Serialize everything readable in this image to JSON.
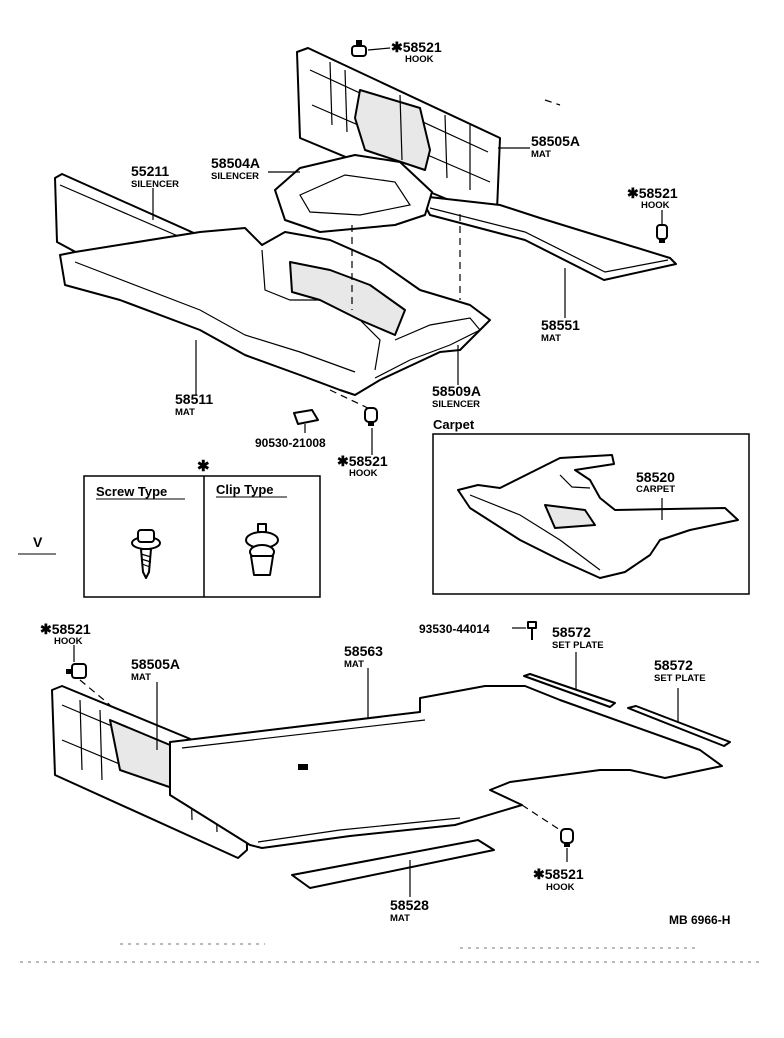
{
  "diagram_id": "MB 6966-H",
  "section_marker": "V",
  "callouts": {
    "hook_top": {
      "number": "✱58521",
      "name": "HOOK"
    },
    "mat_rear_upper": {
      "number": "58505A",
      "name": "MAT"
    },
    "hook_right": {
      "number": "✱58521",
      "name": "HOOK"
    },
    "silencer_55211": {
      "number": "55211",
      "name": "SILENCER"
    },
    "silencer_58504": {
      "number": "58504A",
      "name": "SILENCER"
    },
    "mat_58551": {
      "number": "58551",
      "name": "MAT"
    },
    "mat_58511": {
      "number": "58511",
      "name": "MAT"
    },
    "silencer_58509": {
      "number": "58509A",
      "name": "SILENCER"
    },
    "part_90530": {
      "number": "90530-21008",
      "name": ""
    },
    "hook_mid": {
      "number": "✱58521",
      "name": "HOOK"
    },
    "carpet_58520": {
      "number": "58520",
      "name": "CARPET"
    },
    "hook_lower_left": {
      "number": "✱58521",
      "name": "HOOK"
    },
    "mat_rear_lower": {
      "number": "58505A",
      "name": "MAT"
    },
    "mat_58563": {
      "number": "58563",
      "name": "MAT"
    },
    "part_93530": {
      "number": "93530-44014",
      "name": ""
    },
    "plate_1": {
      "number": "58572",
      "name": "SET PLATE"
    },
    "plate_2": {
      "number": "58572",
      "name": "SET PLATE"
    },
    "hook_bottom": {
      "number": "✱58521",
      "name": "HOOK"
    },
    "mat_58528": {
      "number": "58528",
      "name": "MAT"
    }
  },
  "carpet_box": {
    "title": "Carpet"
  },
  "legend": {
    "symbol": "✱",
    "screw_type": "Screw Type",
    "clip_type": "Clip Type"
  }
}
